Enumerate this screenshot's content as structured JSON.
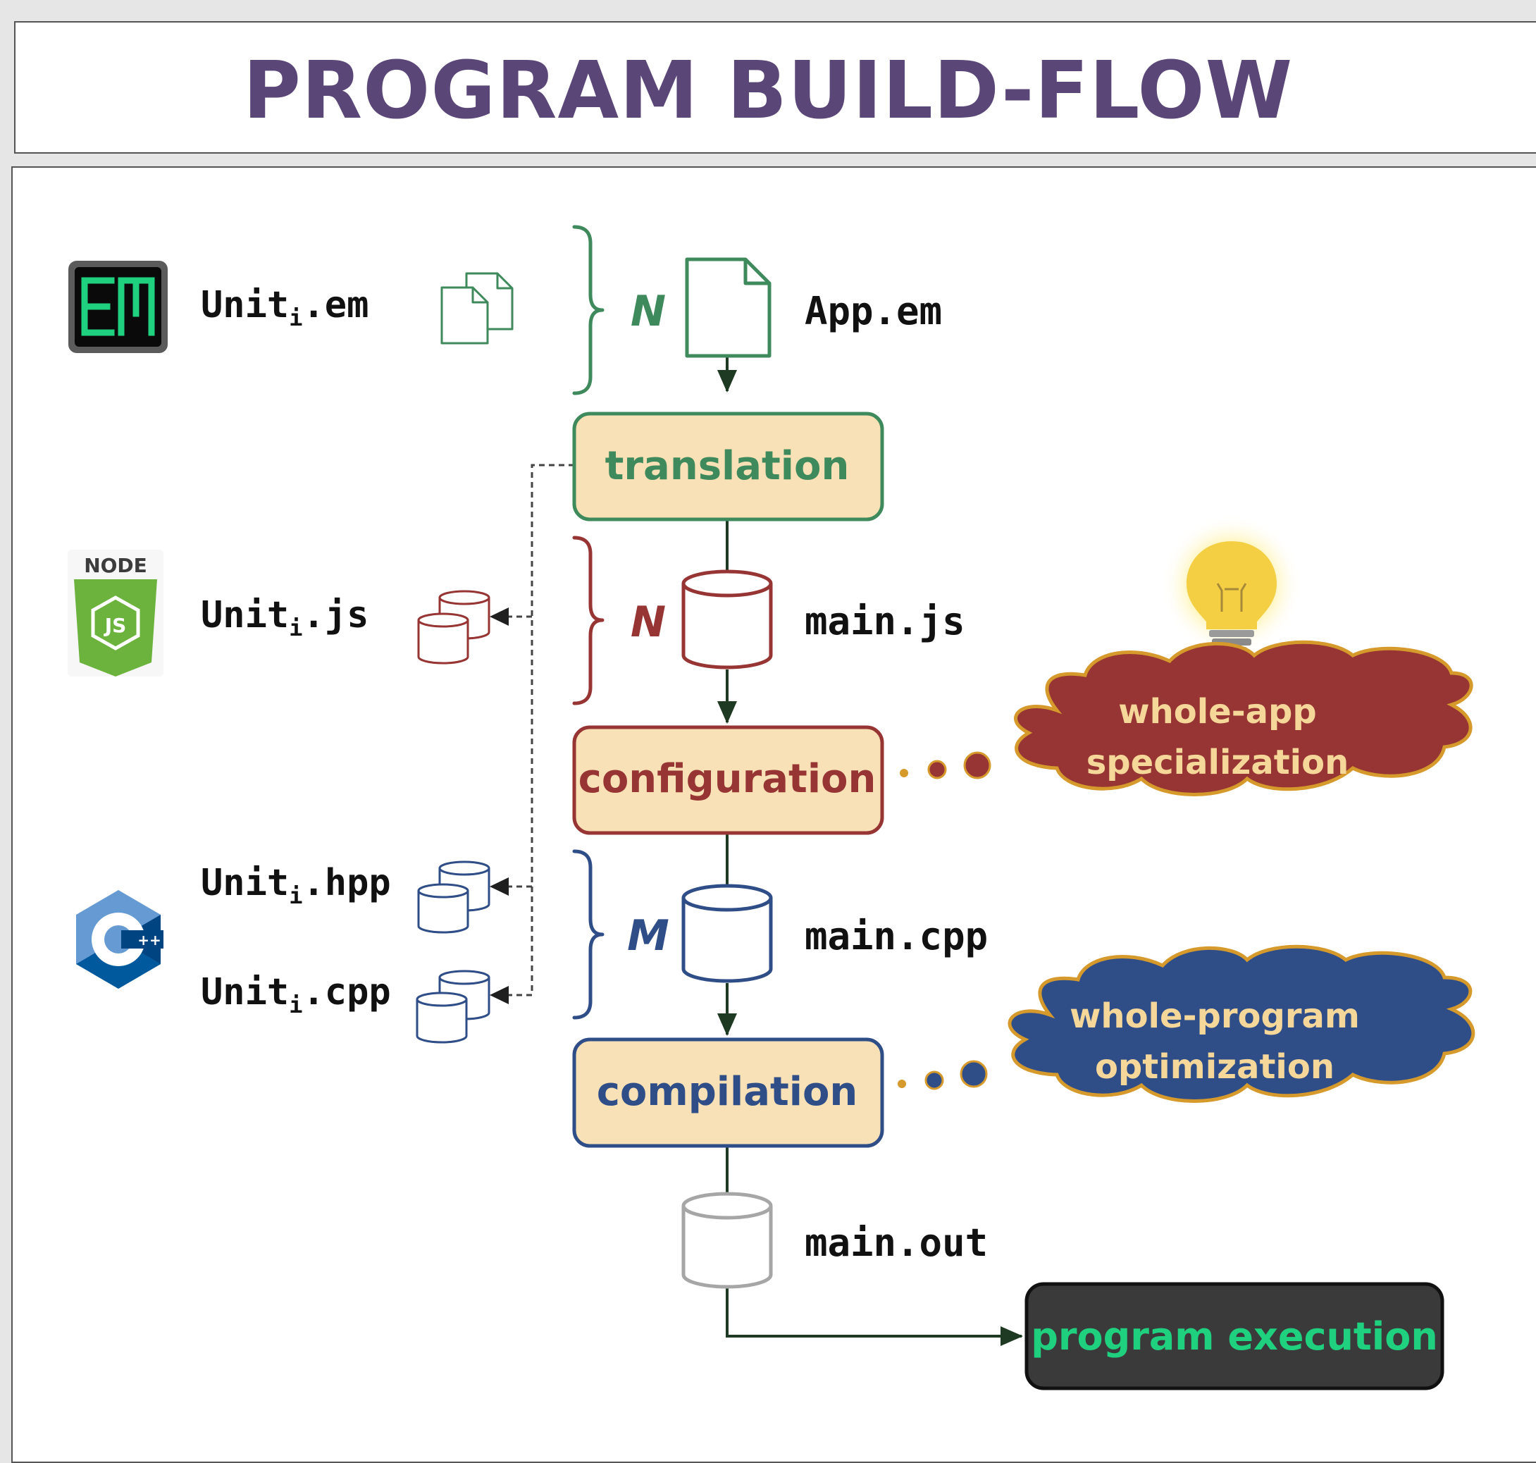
{
  "title": "PROGRAM BUILD-FLOW",
  "sources": {
    "em": {
      "prefix": "Unit",
      "sub": "i",
      "ext": ".em",
      "logo_text": "EM"
    },
    "js": {
      "prefix": "Unit",
      "sub": "i",
      "ext": ".js",
      "logo_text": "NODE",
      "logo_badge": "JS"
    },
    "hpp": {
      "prefix": "Unit",
      "sub": "i",
      "ext": ".hpp"
    },
    "cpp": {
      "prefix": "Unit",
      "sub": "i",
      "ext": ".cpp",
      "logo_badge": "++"
    }
  },
  "artifacts": {
    "app_em": "App.em",
    "main_js": "main.js",
    "main_cpp": "main.cpp",
    "main_out": "main.out"
  },
  "counts": {
    "em": "N",
    "js": "N",
    "cpp": "M"
  },
  "stages": {
    "translation": "translation",
    "configuration": "configuration",
    "compilation": "compilation",
    "execution": "program execution"
  },
  "clouds": {
    "specialization": {
      "line1": "whole-app",
      "line2": "specialization"
    },
    "optimization": {
      "line1": "whole-program",
      "line2": "optimization"
    }
  },
  "colors": {
    "title": "#5a4677",
    "green": "#3f8a5c",
    "red": "#963533",
    "blue": "#2f4e88",
    "stage_fill": "#f8e1b6",
    "cloud_text": "#f6d79a",
    "execution_fill": "#3a3a3a",
    "execution_text": "#1fd07e",
    "arrow": "#1f3a22",
    "gray": "#a6a6a6"
  },
  "icons": [
    "em-logo-icon",
    "nodejs-logo-icon",
    "cpp-logo-icon",
    "documents-icon",
    "document-icon",
    "database-icon",
    "lightbulb-icon",
    "cloud-icon"
  ]
}
